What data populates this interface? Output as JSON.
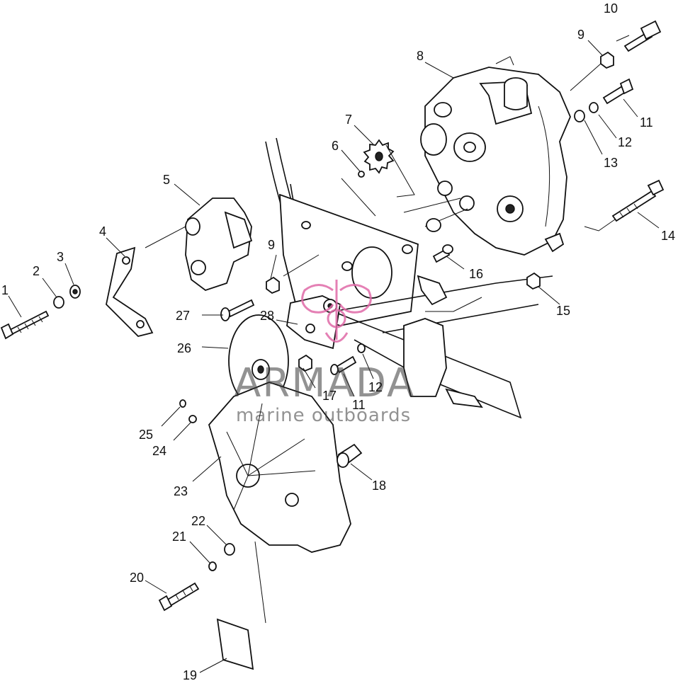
{
  "diagram": {
    "callouts": [
      {
        "id": "1",
        "label": "1"
      },
      {
        "id": "2",
        "label": "2"
      },
      {
        "id": "3",
        "label": "3"
      },
      {
        "id": "4",
        "label": "4"
      },
      {
        "id": "5",
        "label": "5"
      },
      {
        "id": "6",
        "label": "6"
      },
      {
        "id": "7",
        "label": "7"
      },
      {
        "id": "8",
        "label": "8"
      },
      {
        "id": "9a",
        "label": "9"
      },
      {
        "id": "10",
        "label": "10"
      },
      {
        "id": "11a",
        "label": "11"
      },
      {
        "id": "12a",
        "label": "12"
      },
      {
        "id": "13",
        "label": "13"
      },
      {
        "id": "14",
        "label": "14"
      },
      {
        "id": "15",
        "label": "15"
      },
      {
        "id": "16",
        "label": "16"
      },
      {
        "id": "9b",
        "label": "9"
      },
      {
        "id": "27",
        "label": "27"
      },
      {
        "id": "28",
        "label": "28"
      },
      {
        "id": "26",
        "label": "26"
      },
      {
        "id": "17",
        "label": "17"
      },
      {
        "id": "11b",
        "label": "11"
      },
      {
        "id": "12b",
        "label": "12"
      },
      {
        "id": "25",
        "label": "25"
      },
      {
        "id": "24",
        "label": "24"
      },
      {
        "id": "23",
        "label": "23"
      },
      {
        "id": "18",
        "label": "18"
      },
      {
        "id": "22",
        "label": "22"
      },
      {
        "id": "21",
        "label": "21"
      },
      {
        "id": "20",
        "label": "20"
      },
      {
        "id": "19",
        "label": "19"
      }
    ]
  },
  "watermark": {
    "brand": "ARMADA",
    "tagline": "marine outboards",
    "accent_color": "#e06aa8"
  }
}
